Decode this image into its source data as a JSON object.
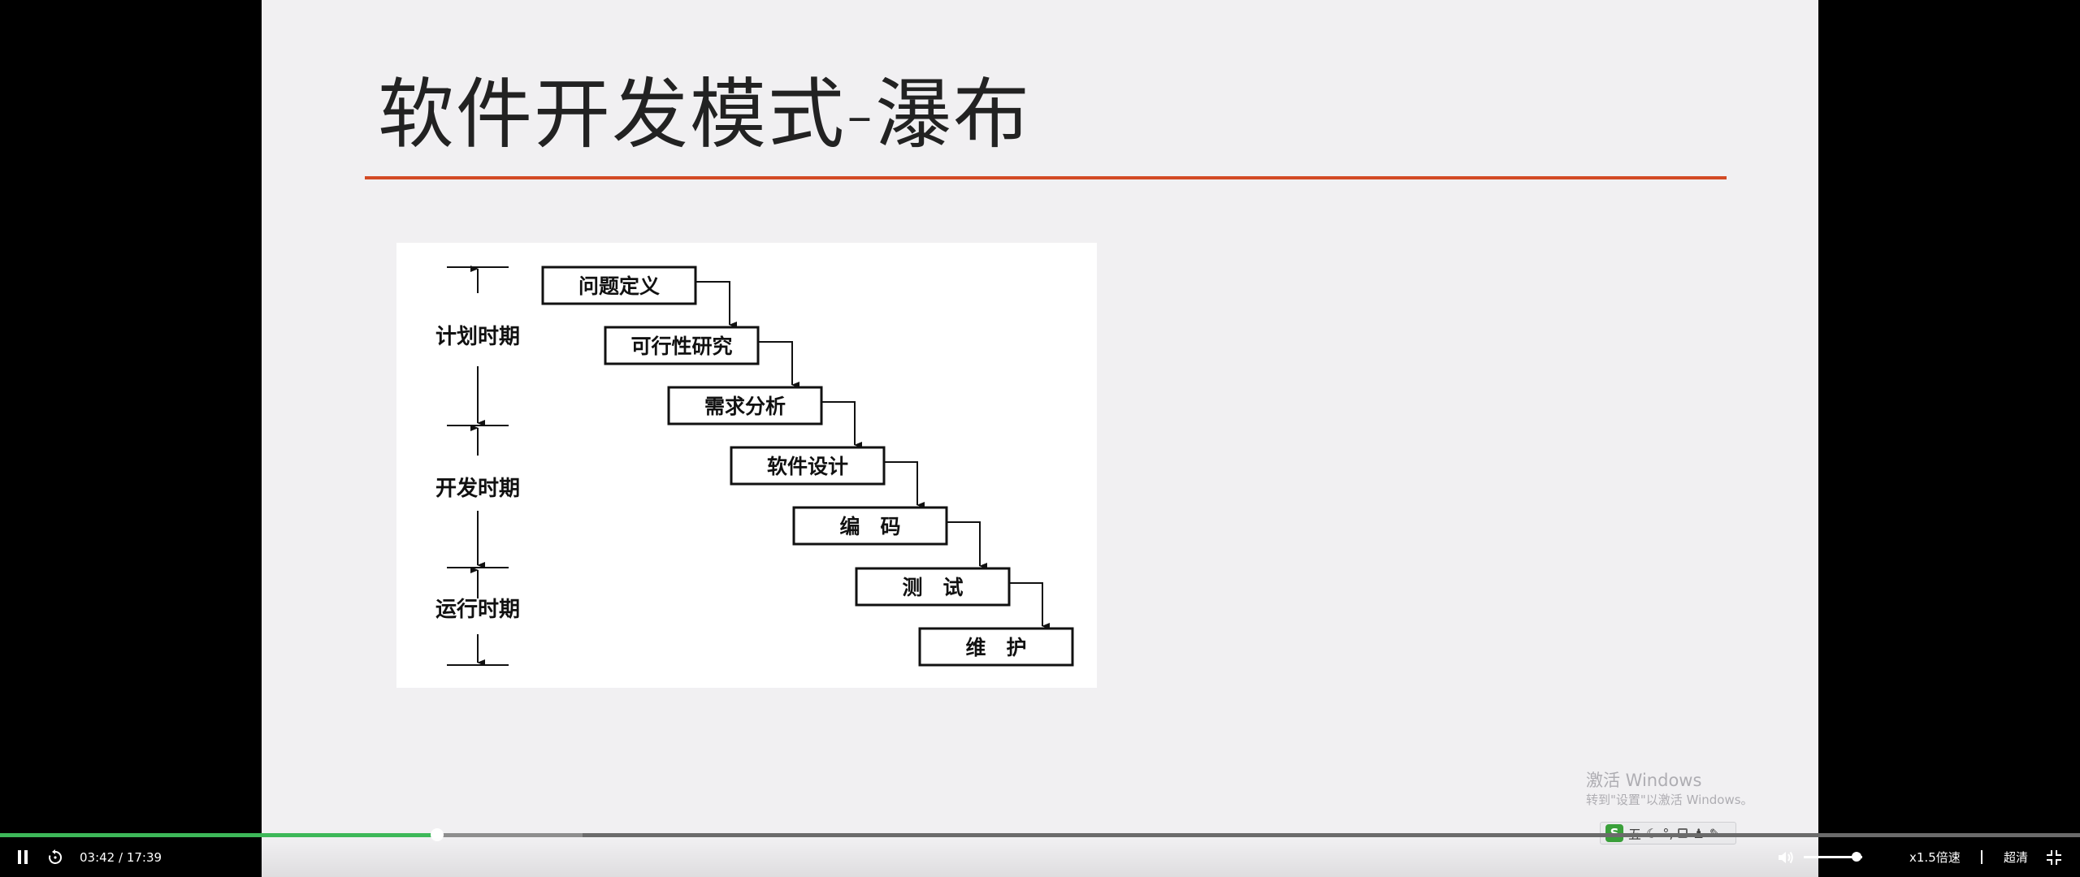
{
  "slide": {
    "title": "软件开发模式-瀑布",
    "accent_color": "#d34a24"
  },
  "diagram": {
    "steps": [
      "问题定义",
      "可行性研究",
      "需求分析",
      "软件设计",
      "编　码",
      "测　试",
      "维　护"
    ],
    "phases": [
      "计划时期",
      "开发时期",
      "运行时期"
    ]
  },
  "watermark": {
    "line1": "激活 Windows",
    "line2": "转到\"设置\"以激活 Windows。"
  },
  "ime_toolbar": {
    "logo": "S",
    "mode": "五"
  },
  "player": {
    "current_time": "03:42",
    "duration": "17:39",
    "time_display": "03:42 / 17:39",
    "speed_label": "x1.5倍速",
    "quality_label": "超清",
    "progress_fraction": 0.21,
    "buffered_fraction": 0.28,
    "volume_fraction": 0.9,
    "played_color": "#3db859",
    "icons": {
      "play_pause": "pause-icon",
      "replay": "replay-icon",
      "volume": "volume-icon",
      "fullscreen": "exit-fullscreen-icon"
    }
  }
}
